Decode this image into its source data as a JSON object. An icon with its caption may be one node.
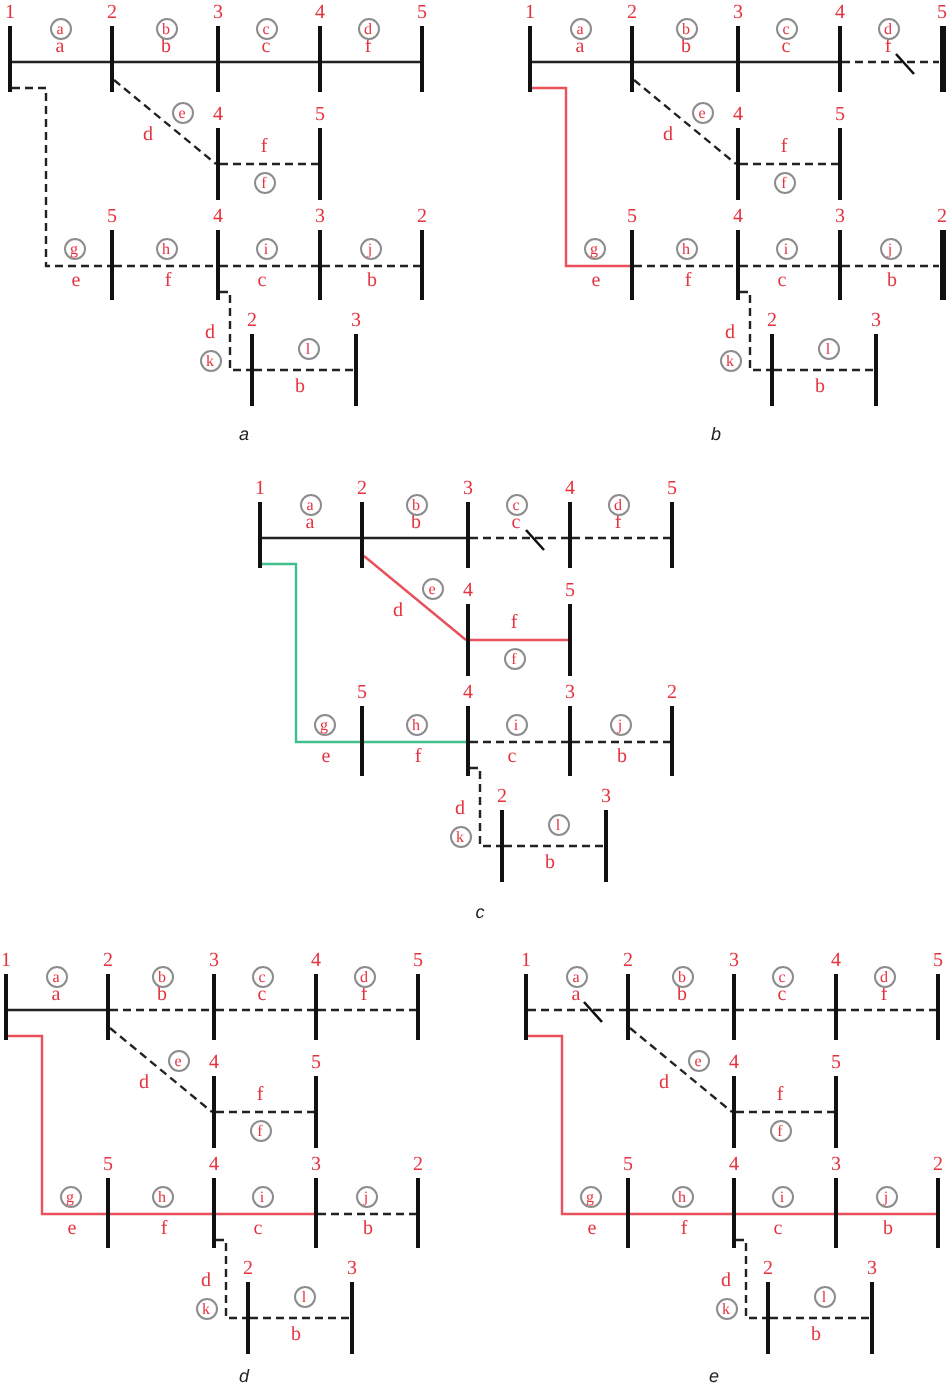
{
  "diagram": {
    "nodes": [
      {
        "text": [
          "1"
        ]
      },
      {
        "text": [
          "a"
        ]
      },
      {
        "text": [
          "2"
        ]
      },
      {
        "text": [
          "b"
        ]
      },
      {
        "text": [
          "3"
        ]
      },
      {
        "text": [
          "c"
        ]
      },
      {
        "text": [
          "4"
        ]
      },
      {
        "text": [
          "d"
        ]
      },
      {
        "text": [
          "5"
        ]
      },
      {
        "text": [
          "e"
        ]
      },
      {
        "text": [
          "4"
        ]
      },
      {
        "text": [
          "5"
        ]
      },
      {
        "text": [
          "f"
        ]
      },
      {
        "text": [
          "g"
        ]
      },
      {
        "text": [
          "5"
        ]
      },
      {
        "text": [
          "h"
        ]
      },
      {
        "text": [
          "4"
        ]
      },
      {
        "text": [
          "i"
        ]
      },
      {
        "text": [
          "3"
        ]
      },
      {
        "text": [
          "j"
        ]
      },
      {
        "text": [
          "2"
        ]
      },
      {
        "text": [
          "k"
        ]
      },
      {
        "text": [
          "2"
        ]
      },
      {
        "text": [
          "l"
        ]
      },
      {
        "text": [
          "3"
        ]
      },
      {
        "text": [
          "1"
        ]
      },
      {
        "text": [
          "a"
        ]
      },
      {
        "text": [
          "2"
        ]
      },
      {
        "text": [
          "b"
        ]
      },
      {
        "text": [
          "3"
        ]
      },
      {
        "text": [
          "c"
        ]
      },
      {
        "text": [
          "4"
        ]
      },
      {
        "text": [
          "d"
        ]
      },
      {
        "text": [
          "5"
        ]
      },
      {
        "text": [
          "e"
        ]
      },
      {
        "text": [
          "4"
        ]
      },
      {
        "text": [
          "5"
        ]
      },
      {
        "text": [
          "f"
        ]
      },
      {
        "text": [
          "g"
        ]
      },
      {
        "text": [
          "5"
        ]
      },
      {
        "text": [
          "h"
        ]
      },
      {
        "text": [
          "4"
        ]
      },
      {
        "text": [
          "i"
        ]
      },
      {
        "text": [
          "3"
        ]
      },
      {
        "text": [
          "j"
        ]
      },
      {
        "text": [
          "2"
        ]
      },
      {
        "text": [
          "k"
        ]
      },
      {
        "text": [
          "2"
        ]
      },
      {
        "text": [
          "l"
        ]
      },
      {
        "text": [
          "3"
        ]
      },
      {
        "text": [
          "1"
        ]
      },
      {
        "text": [
          "a"
        ]
      },
      {
        "text": [
          "2"
        ]
      },
      {
        "text": [
          "b"
        ]
      },
      {
        "text": [
          "3"
        ]
      },
      {
        "text": [
          "c"
        ]
      },
      {
        "text": [
          "4"
        ]
      },
      {
        "text": [
          "d"
        ]
      },
      {
        "text": [
          "5"
        ]
      },
      {
        "text": [
          "e"
        ]
      },
      {
        "text": [
          "4"
        ]
      },
      {
        "text": [
          "5"
        ]
      },
      {
        "text": [
          "f"
        ]
      },
      {
        "text": [
          "g"
        ]
      },
      {
        "text": [
          "5"
        ]
      },
      {
        "text": [
          "h"
        ]
      },
      {
        "text": [
          "4"
        ]
      },
      {
        "text": [
          "i"
        ]
      },
      {
        "text": [
          "3"
        ]
      },
      {
        "text": [
          "j"
        ]
      },
      {
        "text": [
          "2"
        ]
      },
      {
        "text": [
          "k"
        ]
      },
      {
        "text": [
          "2"
        ]
      },
      {
        "text": [
          "l"
        ]
      },
      {
        "text": [
          "3"
        ]
      },
      {
        "text": [
          "1"
        ]
      },
      {
        "text": [
          "a"
        ]
      },
      {
        "text": [
          "2"
        ]
      },
      {
        "text": [
          "b"
        ]
      },
      {
        "text": [
          "3"
        ]
      },
      {
        "text": [
          "c"
        ]
      },
      {
        "text": [
          "4"
        ]
      },
      {
        "text": [
          "d"
        ]
      },
      {
        "text": [
          "5"
        ]
      },
      {
        "text": [
          "e"
        ]
      },
      {
        "text": [
          "4"
        ]
      },
      {
        "text": [
          "5"
        ]
      },
      {
        "text": [
          "f"
        ]
      },
      {
        "text": [
          "g"
        ]
      },
      {
        "text": [
          "5"
        ]
      },
      {
        "text": [
          "h"
        ]
      },
      {
        "text": [
          "4"
        ]
      },
      {
        "text": [
          "i"
        ]
      },
      {
        "text": [
          "3"
        ]
      },
      {
        "text": [
          "j"
        ]
      },
      {
        "text": [
          "2"
        ]
      },
      {
        "text": [
          "k"
        ]
      },
      {
        "text": [
          "2"
        ]
      },
      {
        "text": [
          "l"
        ]
      },
      {
        "text": [
          "3"
        ]
      },
      {
        "text": [
          "1"
        ]
      },
      {
        "text": [
          "a"
        ]
      },
      {
        "text": [
          "2"
        ]
      },
      {
        "text": [
          "b"
        ]
      },
      {
        "text": [
          "3"
        ]
      },
      {
        "text": [
          "c"
        ]
      },
      {
        "text": [
          "4"
        ]
      },
      {
        "text": [
          "d"
        ]
      },
      {
        "text": [
          "5"
        ]
      },
      {
        "text": [
          "e"
        ]
      },
      {
        "text": [
          "4"
        ]
      },
      {
        "text": [
          "5"
        ]
      },
      {
        "text": [
          "f"
        ]
      },
      {
        "text": [
          "g"
        ]
      },
      {
        "text": [
          "5"
        ]
      },
      {
        "text": [
          "h"
        ]
      },
      {
        "text": [
          "4"
        ]
      },
      {
        "text": [
          "i"
        ]
      },
      {
        "text": [
          "3"
        ]
      },
      {
        "text": [
          "j"
        ]
      },
      {
        "text": [
          "2"
        ]
      },
      {
        "text": [
          "k"
        ]
      },
      {
        "text": [
          "2"
        ]
      },
      {
        "text": [
          "l"
        ]
      },
      {
        "text": [
          "3"
        ]
      }
    ],
    "edges": [
      {
        "from": 0,
        "to": 2,
        "arrow": "none",
        "label": "a"
      },
      {
        "from": 2,
        "to": 4,
        "arrow": "none",
        "label": "b"
      },
      {
        "from": 4,
        "to": 6,
        "arrow": "none",
        "label": "c"
      },
      {
        "from": 6,
        "to": 8,
        "arrow": "none",
        "label": "f"
      },
      {
        "from": 2,
        "to": 10,
        "arrow": "none",
        "label": "d",
        "style": "dashed"
      },
      {
        "from": 10,
        "to": 11,
        "arrow": "none",
        "label": "f",
        "style": "dashed"
      },
      {
        "from": 0,
        "to": 14,
        "arrow": "none",
        "label": "e",
        "style": "dashed"
      },
      {
        "from": 14,
        "to": 16,
        "arrow": "none",
        "label": "f",
        "style": "dashed"
      },
      {
        "from": 16,
        "to": 18,
        "arrow": "none",
        "label": "c",
        "style": "dashed"
      },
      {
        "from": 18,
        "to": 20,
        "arrow": "none",
        "label": "b",
        "style": "dashed"
      },
      {
        "from": 16,
        "to": 22,
        "arrow": "none",
        "label": "d",
        "style": "dashed"
      },
      {
        "from": 22,
        "to": 24,
        "arrow": "none",
        "label": "b",
        "style": "dashed"
      },
      {
        "from": 25,
        "to": 27,
        "arrow": "none",
        "label": "a"
      },
      {
        "from": 27,
        "to": 29,
        "arrow": "none",
        "label": "b"
      },
      {
        "from": 29,
        "to": 31,
        "arrow": "none",
        "label": "c"
      },
      {
        "from": 31,
        "to": 33,
        "arrow": "none",
        "label": "f",
        "style": "dashed"
      },
      {
        "from": 27,
        "to": 35,
        "arrow": "none",
        "label": "d",
        "style": "dashed"
      },
      {
        "from": 35,
        "to": 36,
        "arrow": "none",
        "label": "f",
        "style": "dashed"
      },
      {
        "from": 25,
        "to": 39,
        "arrow": "none",
        "label": "e",
        "color": "#e8505a"
      },
      {
        "from": 39,
        "to": 41,
        "arrow": "none",
        "label": "f",
        "style": "dashed"
      },
      {
        "from": 41,
        "to": 43,
        "arrow": "none",
        "label": "c",
        "style": "dashed"
      },
      {
        "from": 43,
        "to": 45,
        "arrow": "none",
        "label": "b",
        "style": "dashed"
      },
      {
        "from": 41,
        "to": 47,
        "arrow": "none",
        "label": "d",
        "style": "dashed"
      },
      {
        "from": 47,
        "to": 49,
        "arrow": "none",
        "label": "b",
        "style": "dashed"
      },
      {
        "from": 50,
        "to": 52,
        "arrow": "none",
        "label": "a"
      },
      {
        "from": 52,
        "to": 54,
        "arrow": "none",
        "label": "b"
      },
      {
        "from": 54,
        "to": 56,
        "arrow": "none",
        "label": "c",
        "style": "dashed"
      },
      {
        "from": 56,
        "to": 58,
        "arrow": "none",
        "label": "f",
        "style": "dashed"
      },
      {
        "from": 52,
        "to": 60,
        "arrow": "none",
        "label": "d",
        "color": "#e8505a"
      },
      {
        "from": 60,
        "to": 61,
        "arrow": "none",
        "label": "f",
        "color": "#e8505a"
      },
      {
        "from": 50,
        "to": 64,
        "arrow": "none",
        "label": "e",
        "color": "#3fbf8c"
      },
      {
        "from": 64,
        "to": 66,
        "arrow": "none",
        "label": "f",
        "color": "#3fbf8c"
      },
      {
        "from": 66,
        "to": 68,
        "arrow": "none",
        "label": "c",
        "style": "dashed"
      },
      {
        "from": 68,
        "to": 70,
        "arrow": "none",
        "label": "b",
        "style": "dashed"
      },
      {
        "from": 66,
        "to": 72,
        "arrow": "none",
        "label": "d",
        "style": "dashed"
      },
      {
        "from": 72,
        "to": 74,
        "arrow": "none",
        "label": "b",
        "style": "dashed"
      },
      {
        "from": 75,
        "to": 77,
        "arrow": "none",
        "label": "a"
      },
      {
        "from": 77,
        "to": 79,
        "arrow": "none",
        "label": "b",
        "style": "dashed"
      },
      {
        "from": 79,
        "to": 81,
        "arrow": "none",
        "label": "c",
        "style": "dashed"
      },
      {
        "from": 81,
        "to": 83,
        "arrow": "none",
        "label": "f",
        "style": "dashed"
      },
      {
        "from": 77,
        "to": 85,
        "arrow": "none",
        "label": "d",
        "style": "dashed"
      },
      {
        "from": 85,
        "to": 86,
        "arrow": "none",
        "label": "f",
        "style": "dashed"
      },
      {
        "from": 75,
        "to": 89,
        "arrow": "none",
        "label": "e",
        "color": "#e8505a"
      },
      {
        "from": 89,
        "to": 91,
        "arrow": "none",
        "label": "f",
        "color": "#e8505a"
      },
      {
        "from": 91,
        "to": 93,
        "arrow": "none",
        "label": "c",
        "color": "#e8505a"
      },
      {
        "from": 93,
        "to": 95,
        "arrow": "none",
        "label": "b",
        "style": "dashed"
      },
      {
        "from": 91,
        "to": 97,
        "arrow": "none",
        "label": "d",
        "style": "dashed"
      },
      {
        "from": 97,
        "to": 99,
        "arrow": "none",
        "label": "b",
        "style": "dashed"
      },
      {
        "from": 100,
        "to": 102,
        "arrow": "none",
        "label": "a",
        "style": "dashed"
      },
      {
        "from": 102,
        "to": 104,
        "arrow": "none",
        "label": "b",
        "style": "dashed"
      },
      {
        "from": 104,
        "to": 106,
        "arrow": "none",
        "label": "c",
        "style": "dashed"
      },
      {
        "from": 106,
        "to": 108,
        "arrow": "none",
        "label": "f",
        "style": "dashed"
      },
      {
        "from": 102,
        "to": 110,
        "arrow": "none",
        "label": "d",
        "style": "dashed"
      },
      {
        "from": 110,
        "to": 111,
        "arrow": "none",
        "label": "f",
        "style": "dashed"
      },
      {
        "from": 100,
        "to": 114,
        "arrow": "none",
        "label": "e",
        "color": "#e8505a"
      },
      {
        "from": 114,
        "to": 116,
        "arrow": "none",
        "label": "f",
        "color": "#e8505a"
      },
      {
        "from": 116,
        "to": 118,
        "arrow": "none",
        "label": "c",
        "color": "#e8505a"
      },
      {
        "from": 118,
        "to": 120,
        "arrow": "none",
        "label": "b",
        "color": "#e8505a"
      },
      {
        "from": 116,
        "to": 122,
        "arrow": "none",
        "label": "d",
        "style": "dashed"
      },
      {
        "from": 122,
        "to": 124,
        "arrow": "none",
        "label": "b",
        "style": "dashed"
      }
    ],
    "labels": [
      "a",
      "b",
      "c",
      "d",
      "e"
    ]
  }
}
